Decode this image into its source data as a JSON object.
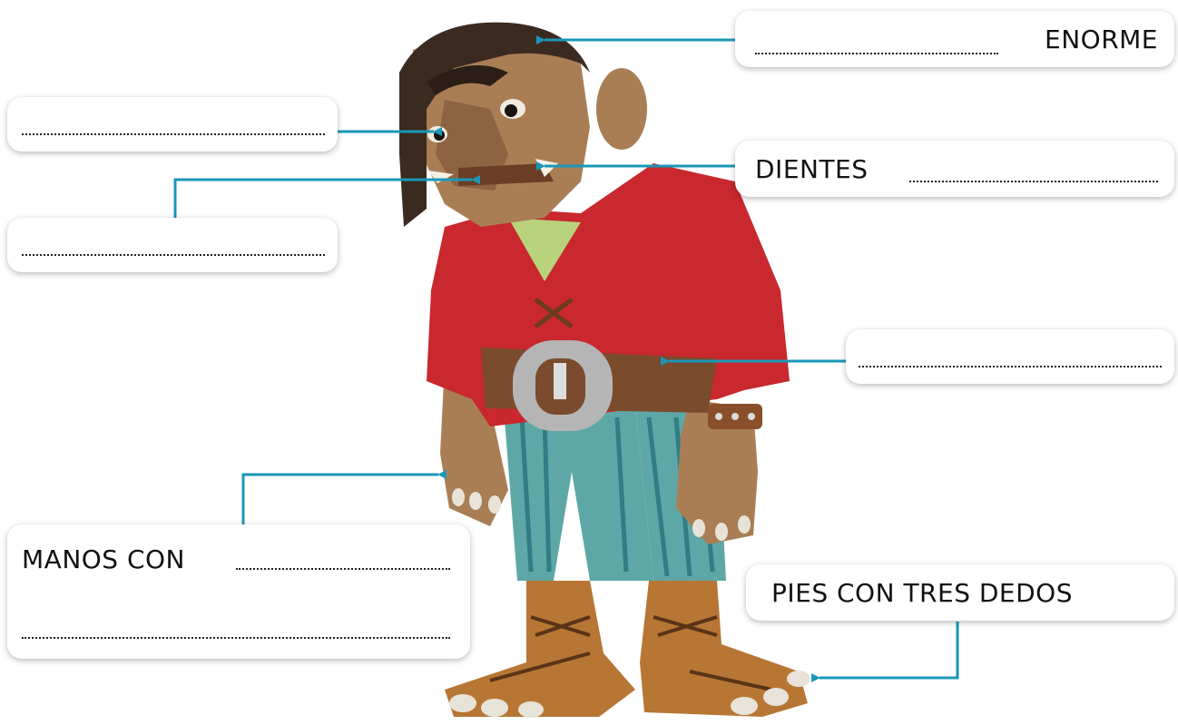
{
  "labels": {
    "hair": "ENORME",
    "eyes": "",
    "nose": "",
    "teeth": "DIENTES",
    "belt": "",
    "hands": "MANOS CON",
    "feet": "PIES CON TRES DEDOS"
  },
  "colors": {
    "line": "#1a97b8",
    "skin": "#a97e55",
    "shirt": "#c8282e",
    "pants": "#5da8a6",
    "belt": "#7a4b2c",
    "hair": "#3b2a20",
    "boots": "#b77634"
  }
}
